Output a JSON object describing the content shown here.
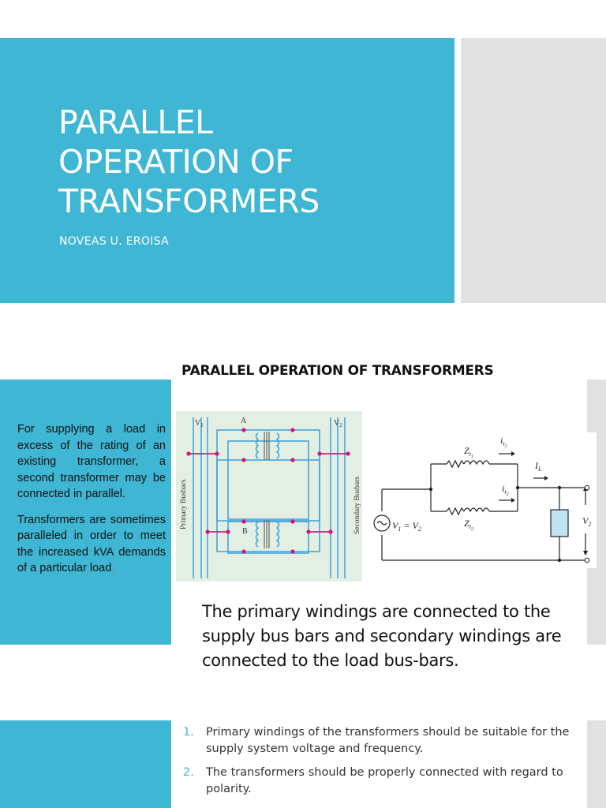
{
  "slide1": {
    "title_lines": [
      "PARALLEL",
      "OPERATION OF",
      "TRANSFORMERS"
    ],
    "author": "NOVEAS U. EROISA"
  },
  "slide2": {
    "heading": "PARALLEL OPERATION OF TRANSFORMERS",
    "para1": "For supplying a load in excess of the rating of an existing transformer, a second transformer may be connected in parallel.",
    "para2": "Transformers are sometimes paralleled in order to meet the increased kVA demands of a particular load",
    "para2_end": ".",
    "body": "The primary windings are connected to the supply bus bars and secondary windings are connected to the load bus-bars.",
    "diagram1": {
      "v1": "V",
      "v1_sub": "1",
      "v2": "V",
      "v2_sub": "2",
      "label_a": "A",
      "label_b": "B",
      "primary_label": "Primary Busbars",
      "secondary_label": "Secondary Busbars"
    },
    "diagram2": {
      "z1": "Z",
      "z1_sub": "t",
      "z1_subsub": "1",
      "z2": "Z",
      "z2_sub": "t",
      "z2_subsub": "2",
      "i1": "i",
      "i1_sub": "t",
      "i1_subsub": "1",
      "i2": "i",
      "i2_sub": "t",
      "i2_subsub": "2",
      "il": "I",
      "il_sub": "L",
      "source_eq": "V",
      "source_eq_mid": " = V",
      "source_sub1": "1",
      "source_sub2": "2",
      "v2": "V",
      "v2_sub": "2"
    }
  },
  "slide3": {
    "items": [
      {
        "num": "1.",
        "text": "Primary windings of the transformers should be suitable for the supply system voltage and frequency."
      },
      {
        "num": "2.",
        "text": "The transformers should be properly connected with regard to polarity."
      }
    ]
  },
  "colors": {
    "accent": "#3fb6d3",
    "side_gray": "#e1e1e1",
    "diagram_bg": "#e4efe4",
    "wire_blue": "#3aa0d8",
    "node_magenta": "#d6127a"
  }
}
